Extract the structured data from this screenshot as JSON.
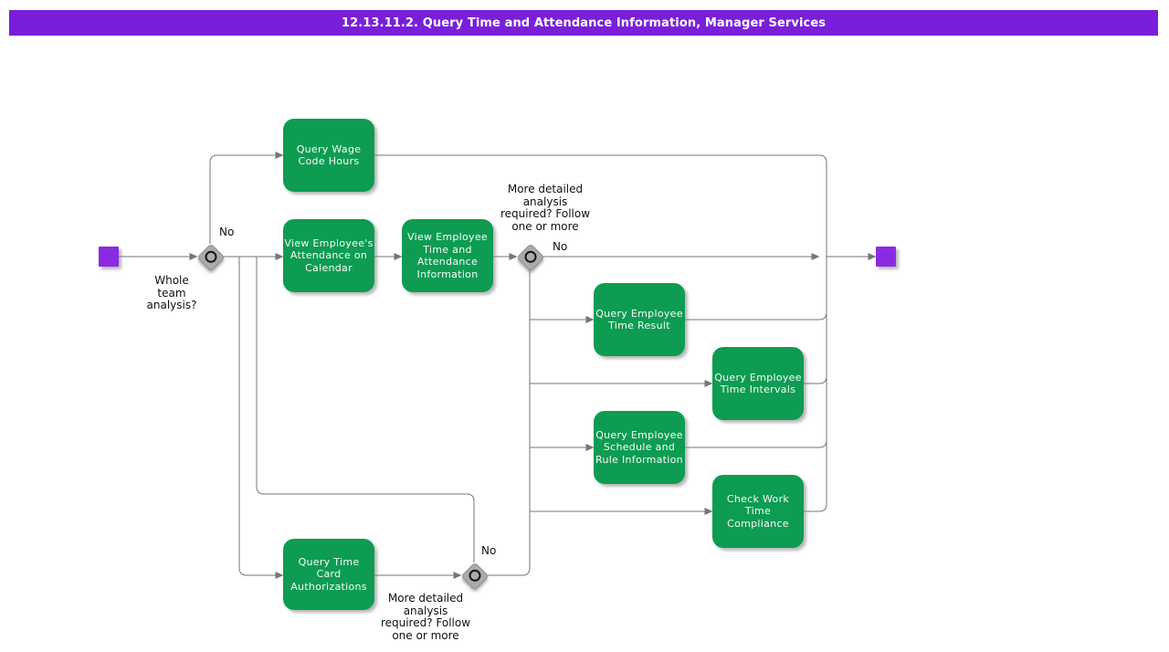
{
  "title": "12.13.11.2. Query Time and Attendance Information, Manager Services",
  "activities": {
    "query_wage_code_hours": "Query Wage\nCode Hours",
    "view_employees_attendance_on_calendar": "View Employee's\nAttendance on\nCalendar",
    "view_employee_time_and_attendance_information": "View Employee\nTime and\nAttendance\nInformation",
    "query_employee_time_result": "Query Employee\nTime Result",
    "query_employee_time_intervals": "Query Employee\nTime Intervals",
    "query_employee_schedule_and_rule_information": "Query Employee\nSchedule and\nRule Information",
    "check_work_time_compliance": "Check Work\nTime\nCompliance",
    "query_time_card_authorizations": "Query Time\nCard\nAuthorizations"
  },
  "decision_labels": {
    "whole_team_analysis": "Whole\nteam\nanalysis?",
    "no_top": "No",
    "more_detailed_top": "More detailed\nanalysis\nrequired? Follow\none or more",
    "no_middle": "No",
    "no_bottom": "No",
    "more_detailed_bottom": "More detailed\nanalysis\nrequired? Follow\none or more"
  },
  "colors": {
    "title_bar_purple": "#7a1fd9",
    "terminal_purple": "#8a2be2",
    "activity_green": "#0d9c52",
    "connector_gray": "#767676",
    "diamond_gray": "#ababab"
  }
}
